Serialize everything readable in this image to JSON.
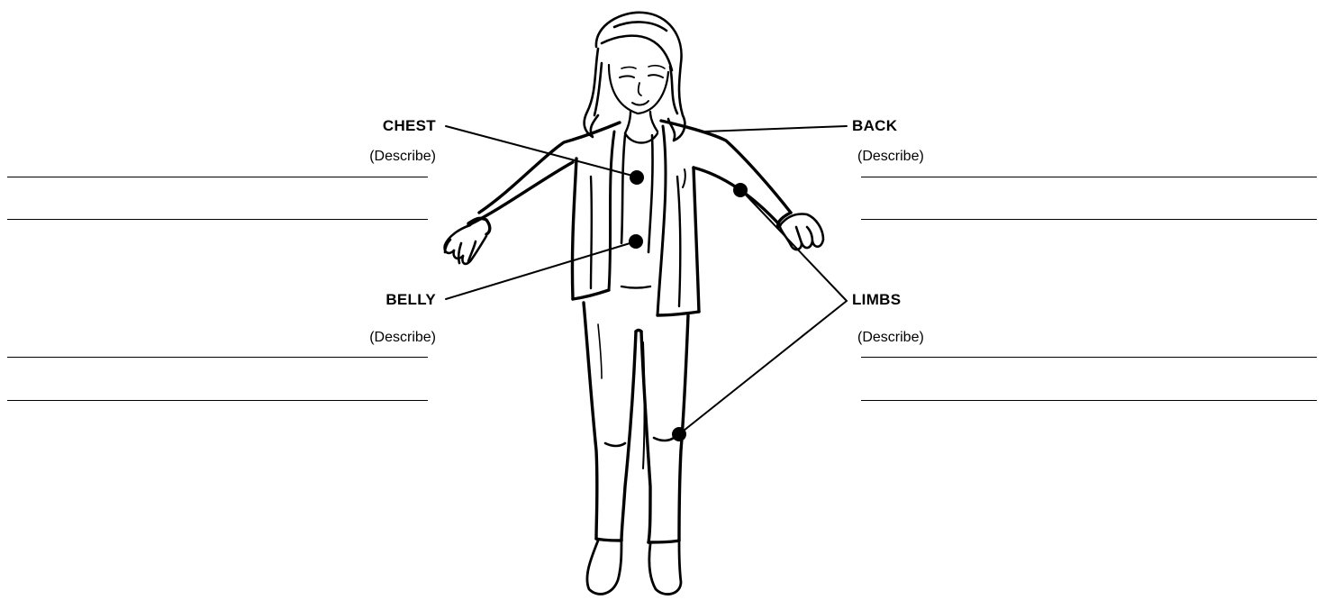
{
  "labels": {
    "chest": "CHEST",
    "back": "BACK",
    "belly": "BELLY",
    "limbs": "LIMBS"
  },
  "describe_text": "(Describe)",
  "colors": {
    "ink": "#000000",
    "background": "#ffffff"
  },
  "figure": {
    "icon": "girl-standing-figure-outline"
  }
}
